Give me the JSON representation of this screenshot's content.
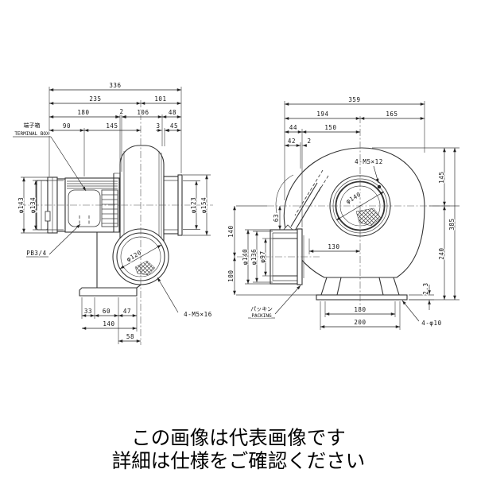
{
  "footer": {
    "line1": "この画像は代表画像です",
    "line2": "詳細は仕様をご確認ください"
  },
  "side": {
    "d336": "336",
    "d235": "235",
    "d101": "101",
    "d180": "180",
    "d2": "2",
    "d106": "106",
    "d48": "48",
    "d90": "90",
    "d145": "145",
    "d3": "3",
    "d45": "45",
    "dia143": "φ143",
    "dia134": "φ134",
    "dia123": "φ123",
    "dia154": "φ154",
    "dia120": "φ120",
    "d33": "33",
    "d60": "60",
    "d47": "47",
    "d140": "140",
    "d58": "58",
    "terminal_jp": "端子箱",
    "terminal_en": "TERMINAL BOX",
    "conduit": "PB3/4",
    "bolts": "4-M5×16"
  },
  "front": {
    "d359": "359",
    "d194": "194",
    "d165": "165",
    "d44": "44",
    "d150": "150",
    "d42": "42",
    "d2": "2",
    "d145": "145",
    "d240": "240",
    "d385": "385",
    "d140v": "140",
    "d100": "100",
    "d63": "63",
    "dia140": "φ140",
    "dia136": "φ136",
    "dia97": "φ97",
    "dia140i": "φ140",
    "d130": "130",
    "d180": "180",
    "d200": "200",
    "d23": "2.3",
    "bolts": "4-M5×12",
    "packing_jp": "パッキン",
    "packing_en": "PACKING",
    "base_holes": "4-φ10"
  }
}
